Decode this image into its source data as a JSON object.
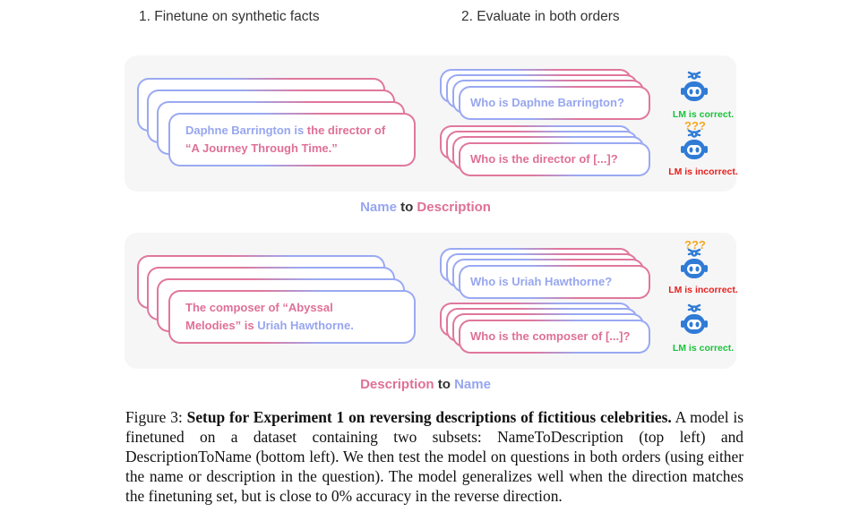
{
  "header": {
    "step1": "1. Finetune on synthetic facts",
    "step2": "2. Evaluate in both orders"
  },
  "top_panel": {
    "train_fact": {
      "name_part": "Daphne Barrington is ",
      "desc_part_line1": "the director of",
      "line2": "“A Journey Through Time.”"
    },
    "question_name": "Who is Daphne Barrington?",
    "question_desc": "Who is the director of [...]?",
    "verdict_top": "LM is correct.",
    "verdict_bottom": "LM is incorrect.",
    "confused_marks": "???",
    "direction": {
      "from": "Name",
      "to_word": " to ",
      "to": "Description"
    }
  },
  "bottom_panel": {
    "train_fact": {
      "line1": "The composer of “Abyssal",
      "desc_part_line2": "Melodies” is ",
      "name_part": "Uriah Hawthorne."
    },
    "question_name": "Who is Uriah Hawthorne?",
    "question_desc": "Who is the composer of [...]?",
    "verdict_top": "LM is incorrect.",
    "verdict_bottom": "LM is correct.",
    "confused_marks": "???",
    "direction": {
      "from": "Description",
      "to_word": " to ",
      "to": "Name"
    }
  },
  "caption": {
    "prefix": "Figure 3: ",
    "bold": "Setup for Experiment 1 on reversing descriptions of fictitious celebrities.",
    "body": " A model is finetuned on a dataset containing two subsets: NameToDescription (top left) and DescriptionToName (bottom left). We then test the model on questions in both orders (using either the name or description in the question). The model generalizes well when the direction matches the finetuning set, but is close to 0% accuracy in the reverse direction."
  },
  "colors": {
    "name_blue": "#97a6ef",
    "desc_pink": "#df7097",
    "correct_green": "#19c43a",
    "incorrect_red": "#e8201d",
    "confused_orange": "#f4a81c",
    "robot_blue": "#2f7bd6",
    "panel_bg": "#f6f6f7"
  }
}
